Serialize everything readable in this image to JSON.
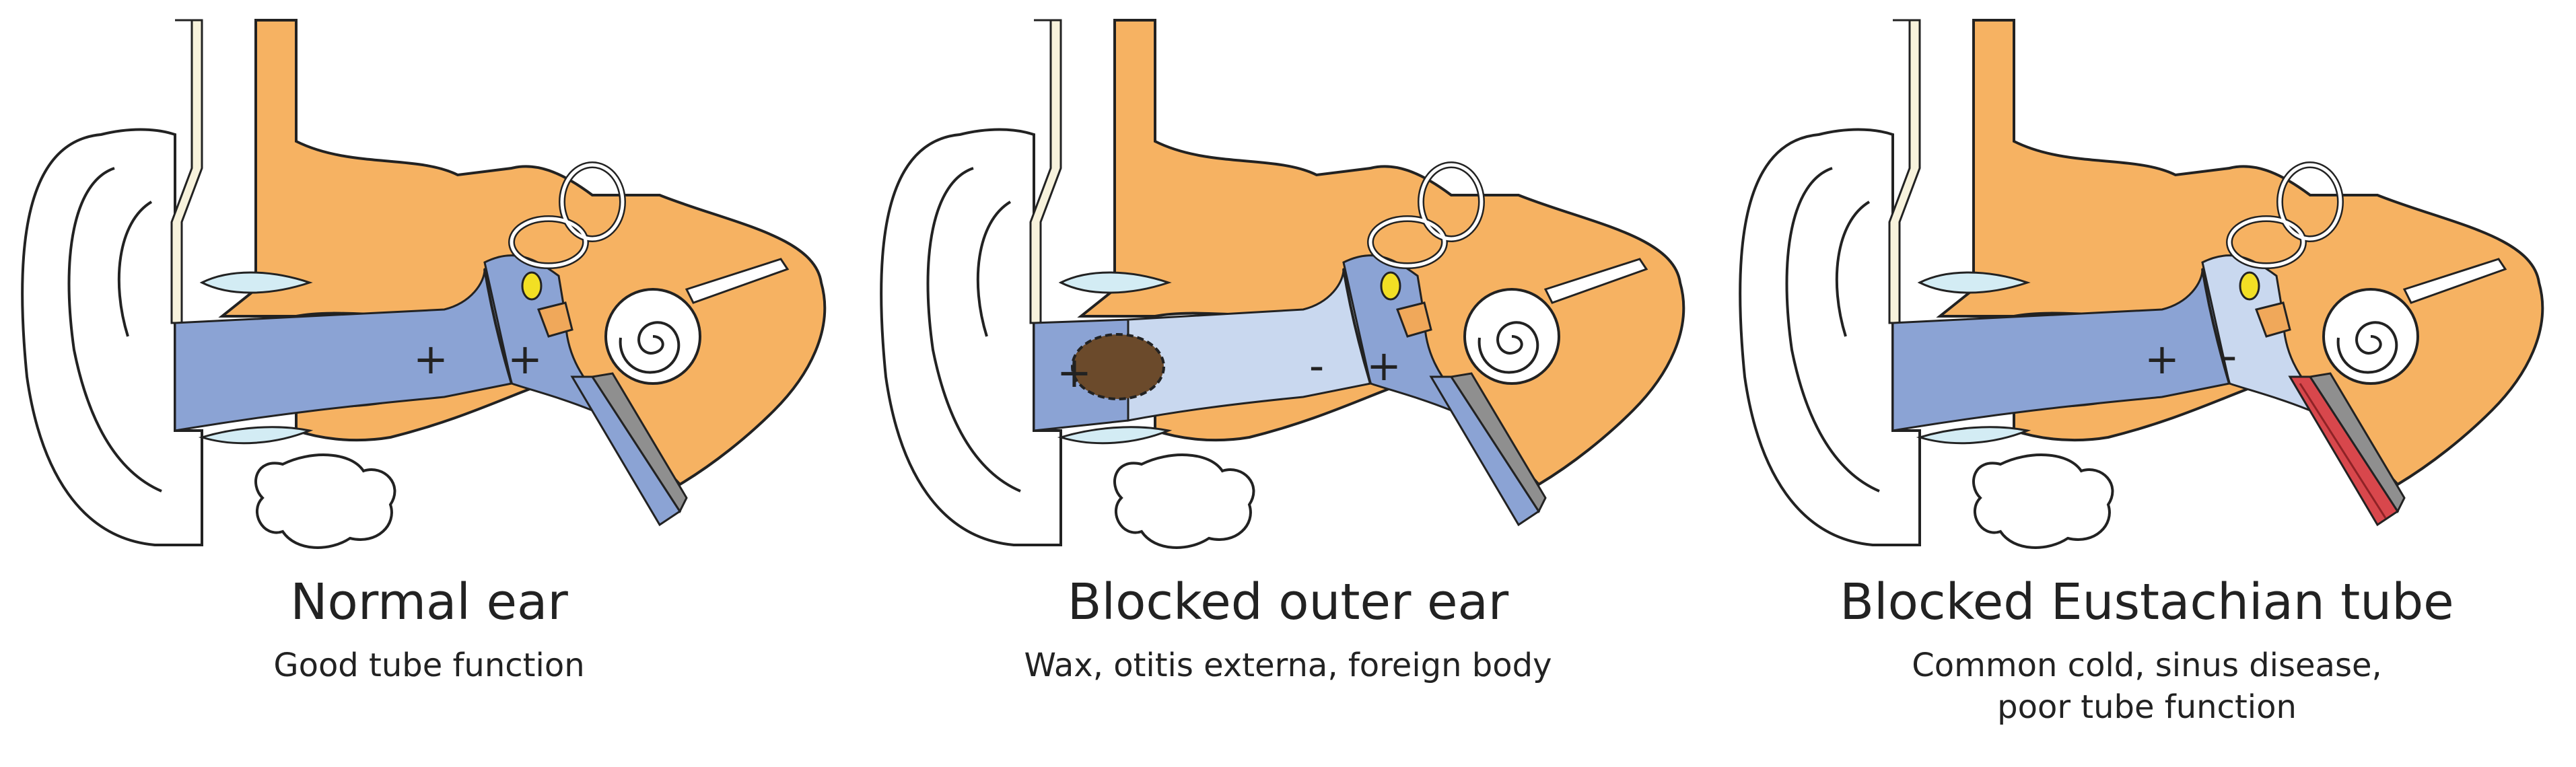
{
  "colors": {
    "bone": "#f6b262",
    "air_pressure_high": "#8ba3d4",
    "air_pressure_low": "#c9d8ef",
    "fluid": "#d3ecf4",
    "ossicle_incus": "#f2df24",
    "ossicle_malleus": "#f0a85a",
    "wax": "#6b4a2b",
    "inflamed_tube": "#d8474c",
    "cartilage": "#8f8f8f",
    "outline": "#222222"
  },
  "panels": [
    {
      "title": "Normal ear",
      "subtitle": "Good tube function",
      "blockage": "none",
      "signs": [
        "+",
        "+"
      ]
    },
    {
      "title": "Blocked outer ear",
      "subtitle": "Wax, otitis externa, foreign body",
      "blockage": "ear canal",
      "signs": [
        "+",
        "-",
        "+"
      ]
    },
    {
      "title": "Blocked Eustachian tube",
      "subtitle": "Common cold, sinus disease,\npoor tube function",
      "blockage": "eustachian tube",
      "signs": [
        "+",
        "-"
      ]
    }
  ]
}
